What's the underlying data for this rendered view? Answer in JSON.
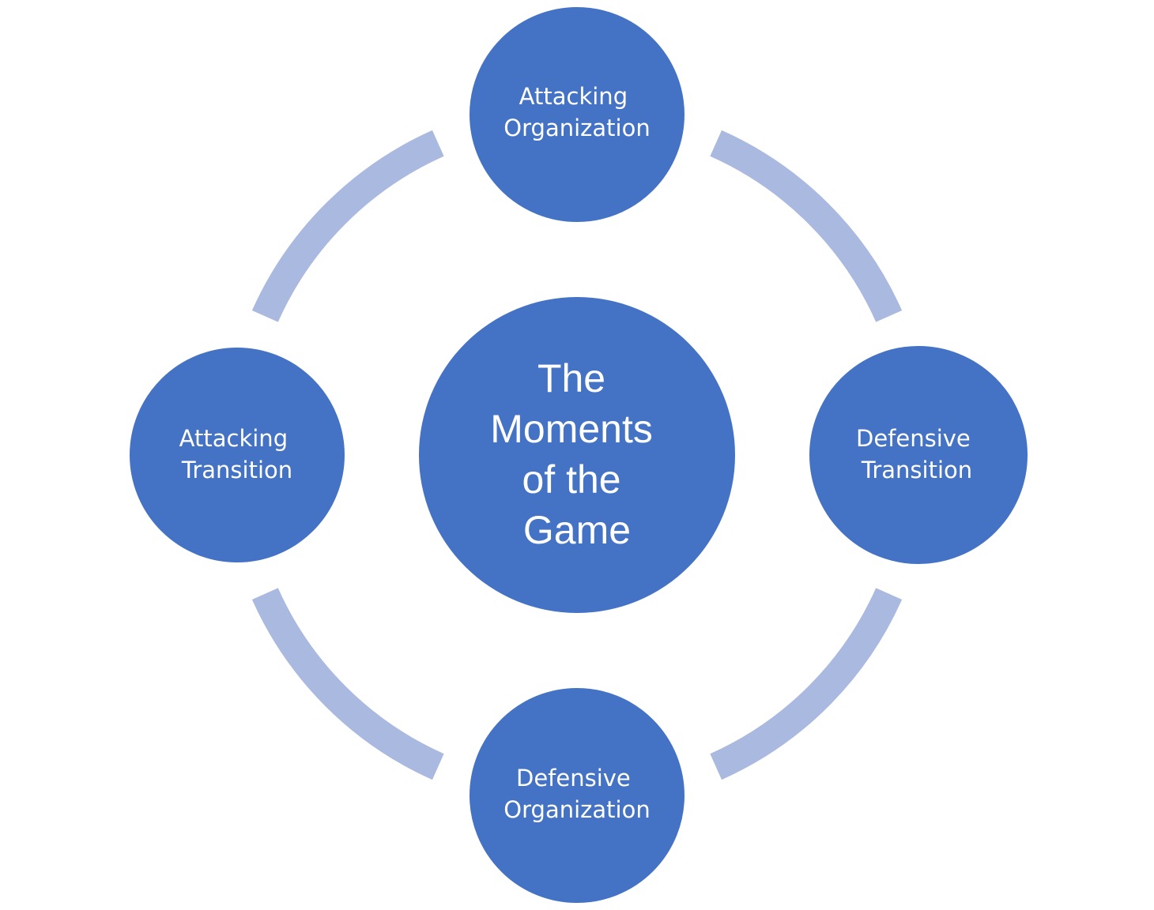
{
  "diagram": {
    "type": "cycle",
    "colors": {
      "node_fill": "#4472C4",
      "ring": "#AAB9E0",
      "text": "#ffffff",
      "background": "#ffffff"
    },
    "center": {
      "lines": [
        "The",
        "Moments",
        "of the",
        "Game"
      ]
    },
    "nodes": [
      {
        "id": "top",
        "lines": [
          "Attacking",
          "Organization"
        ]
      },
      {
        "id": "right",
        "lines": [
          "Defensive",
          "Transition"
        ]
      },
      {
        "id": "bottom",
        "lines": [
          "Defensive",
          "Organization"
        ]
      },
      {
        "id": "left",
        "lines": [
          "Attacking",
          "Transition"
        ]
      }
    ]
  }
}
